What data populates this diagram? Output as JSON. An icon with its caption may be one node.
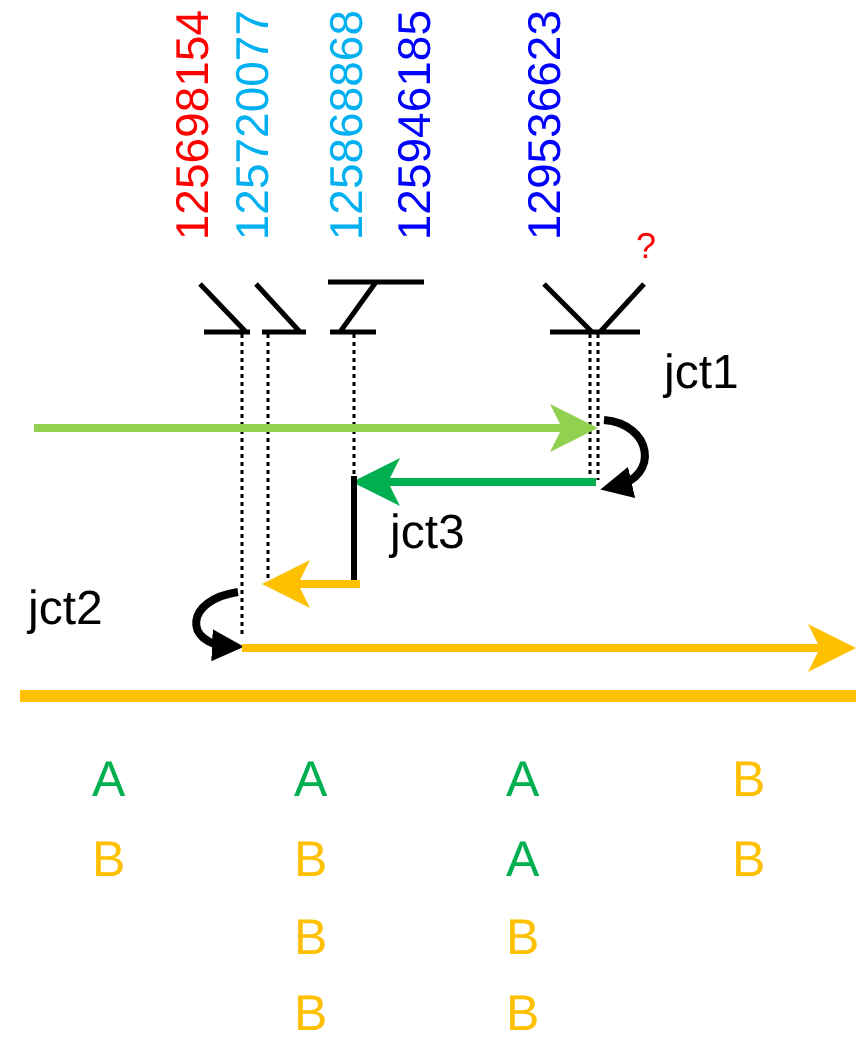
{
  "diagram": {
    "labels": [
      "125698154",
      "125720077",
      "125868868",
      "125946185",
      "129536623",
      "?",
      "jct1",
      "jct3",
      "jct2",
      "A",
      "A",
      "A",
      "B",
      "B",
      "B",
      "A",
      "B",
      "B",
      "B",
      "B",
      "B"
    ]
  }
}
